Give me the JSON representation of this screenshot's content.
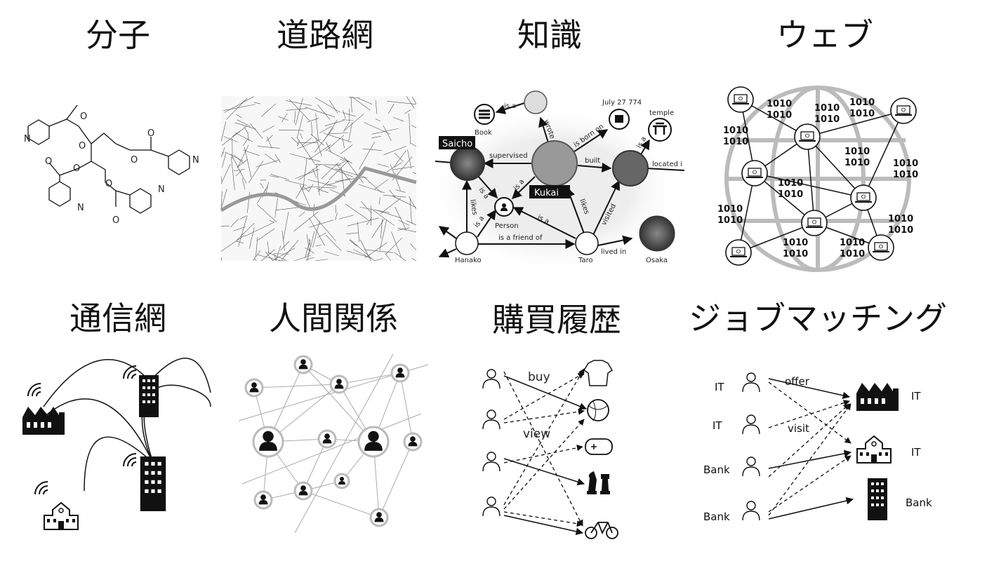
{
  "titles": {
    "molecule": "分子",
    "road_network": "道路網",
    "knowledge": "知識",
    "web": "ウェブ",
    "telecom": "通信網",
    "human_relations": "人間関係",
    "purchase_history": "購買履歴",
    "job_matching": "ジョブマッチング"
  },
  "molecule": {
    "atoms": [
      "O",
      "O",
      "O",
      "O",
      "O",
      "O",
      "O",
      "O",
      "N",
      "N",
      "N",
      "N"
    ]
  },
  "knowledge": {
    "nodes": {
      "book": "Book",
      "saicho": "Saicho",
      "kukai": "Kukai",
      "date": "July 27 774",
      "temple": "temple",
      "person": "Person",
      "hanako": "Hanako",
      "taro": "Taro",
      "osaka": "Osaka"
    },
    "edges": {
      "is_a": "is a",
      "wrote": "wrote",
      "is_born_on": "is born on",
      "supervised": "supervised",
      "built": "built",
      "located_in": "located i",
      "likes": "likes",
      "is_a_friend_of": "is a friend of",
      "visited": "visited",
      "lived_in": "lived in"
    }
  },
  "web": {
    "binary": "1010"
  },
  "purchase": {
    "buy": "buy",
    "view": "view"
  },
  "job": {
    "offer": "offer",
    "visit": "visit",
    "seekers": [
      "IT",
      "IT",
      "Bank",
      "Bank"
    ],
    "companies": [
      "IT",
      "IT",
      "Bank"
    ]
  }
}
